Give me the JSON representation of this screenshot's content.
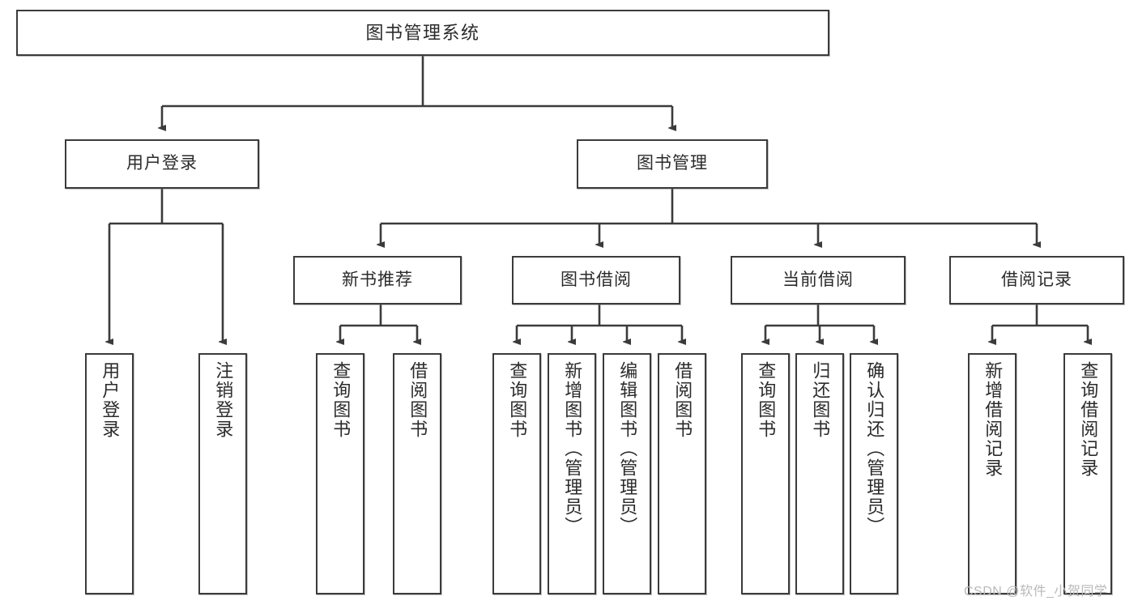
{
  "diagram": {
    "title": "图书管理系统",
    "watermark": "CSDN @软件_小贺同学",
    "level2": {
      "user_login": "用户登录",
      "book_manage": "图书管理"
    },
    "level3": {
      "new_book_rec": "新书推荐",
      "book_borrow": "图书借阅",
      "current_borrow": "当前借阅",
      "borrow_record": "借阅记录"
    },
    "leaves": {
      "user_login_1": "用户登录",
      "user_login_2": "注销登录",
      "new_book_1": "查询图书",
      "new_book_2": "借阅图书",
      "borrow_1": "查询图书",
      "borrow_2": "新增图书（管理员）",
      "borrow_3": "编辑图书（管理员）",
      "borrow_4": "借阅图书",
      "current_1": "查询图书",
      "current_2": "归还图书",
      "current_3": "确认归还（管理员）",
      "record_1": "新增借阅记录",
      "record_2": "查询借阅记录"
    }
  },
  "colors": {
    "stroke": "#3b3b3b",
    "text": "#2b2b2b",
    "background": "#ffffff",
    "watermark": "#b9b9b9"
  }
}
